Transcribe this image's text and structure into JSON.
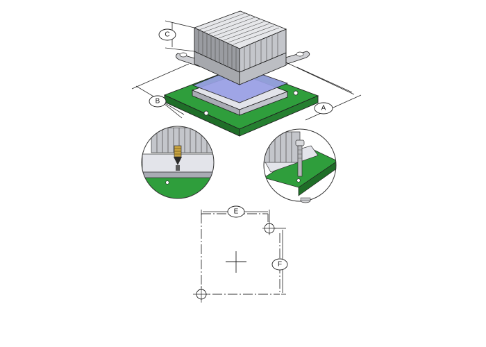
{
  "labels": {
    "a": "A",
    "b": "B",
    "c": "C",
    "e": "E",
    "f": "F"
  },
  "colors": {
    "pcb_top": "#2f9e3c",
    "pcb_side": "#1f6e28",
    "interface_pad": "#9aa0e6",
    "chip_top": "#e3e4ea",
    "chip_side": "#a9abb4",
    "heatsink_light": "#d9dadd",
    "heatsink_dark": "#8e9096",
    "screw_brass": "#c9a441"
  }
}
